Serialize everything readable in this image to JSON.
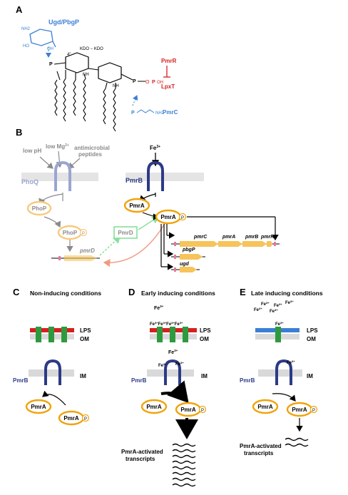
{
  "panels": {
    "A": "A",
    "B": "B",
    "C": "C",
    "D": "D",
    "E": "E"
  },
  "panelA": {
    "ugd_pbgp": "Ugd/PbgP",
    "nh2": "NH2",
    "oh": "OH",
    "ho": "HO",
    "kdo": "KDO − KDO",
    "four_prime": "4\"",
    "pmrr": "PmrR",
    "lpxt": "LpxT",
    "pmrc": "PmrC",
    "nh": "NH",
    "o": "O",
    "p": "P"
  },
  "panelB": {
    "low_ph": "low pH",
    "low_mg": "low Mg",
    "mg_sup": "2+",
    "antimicrobial": "antimicrobial",
    "peptides": "peptides",
    "phoq": "PhoQ",
    "phop": "PhoP",
    "pmrd_gene": "pmrD",
    "pmrd_protein": "PmrD",
    "fe": "Fe",
    "fe_sup": "3+",
    "pmrb": "PmrB",
    "pmra": "PmrA",
    "p": "P",
    "genes": [
      "pmrC",
      "pmrA",
      "pmrB",
      "pmrR"
    ],
    "pbgp": "pbgP",
    "ugd": "ugd"
  },
  "panelC": {
    "title": "Non-inducing conditions",
    "lps": "LPS",
    "om": "OM",
    "im": "IM",
    "pmrb": "PmrB",
    "pmra": "PmrA",
    "p": "P"
  },
  "panelD": {
    "title": "Early inducing conditions",
    "fe": "Fe",
    "fe_sup": "3+",
    "lps": "LPS",
    "om": "OM",
    "im": "IM",
    "pmrb": "PmrB",
    "pmra": "PmrA",
    "p": "P",
    "transcripts_1": "PmrA-activated",
    "transcripts_2": "transcripts"
  },
  "panelE": {
    "title": "Late inducing conditions",
    "fe": "Fe",
    "fe_sup": "3+",
    "lps": "LPS",
    "om": "OM",
    "im": "IM",
    "pmrb": "PmrB",
    "pmra": "PmrA",
    "p": "P",
    "transcripts_1": "PmrA-activated",
    "transcripts_2": "transcripts"
  },
  "colors": {
    "blue_mod": "#3b7fd4",
    "red_mod": "#d6201f",
    "pmrb": "#2c3a86",
    "phoq": "#9aa6d0",
    "orange": "#f0a30a",
    "orange_light": "#f8c97a",
    "gene_fill": "#f6c45a",
    "green": "#2e9a3e",
    "green_light": "#86e09a",
    "salmon": "#f09a80",
    "gray": "#8a8a8a"
  }
}
